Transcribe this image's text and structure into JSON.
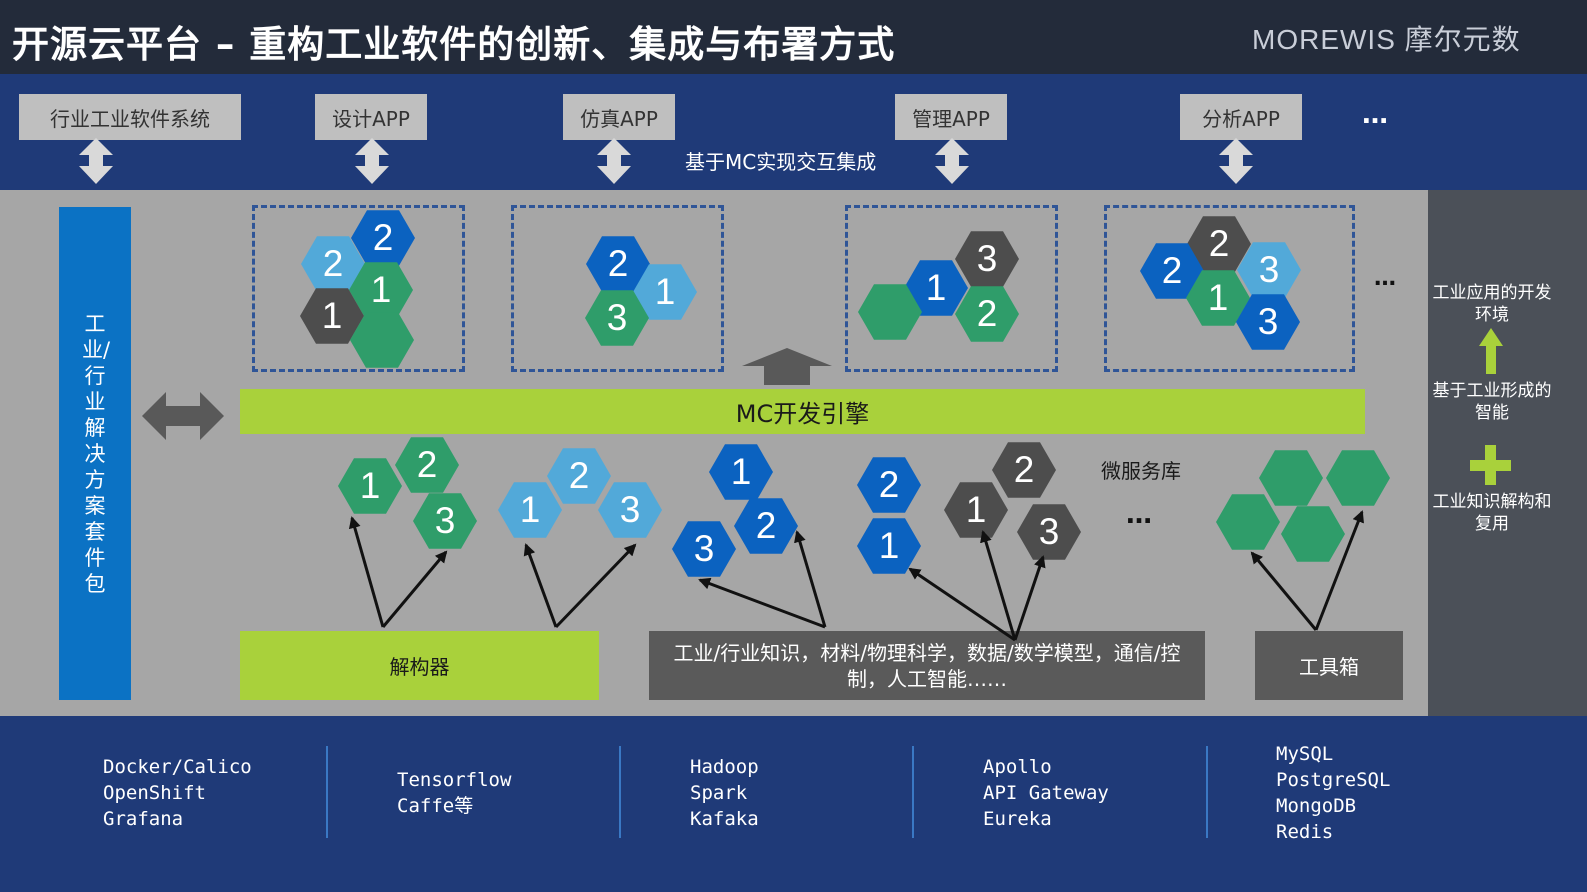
{
  "header": {
    "title": "开源云平台 – 重构工业软件的创新、集成与布署方式",
    "logo_text": "MOREWIS 摩尔元数"
  },
  "apps": {
    "boxes": [
      "行业工业软件系统",
      "设计APP",
      "仿真APP",
      "管理APP",
      "分析APP"
    ],
    "more": "…",
    "integration_label": "基于MC实现交互集成"
  },
  "suite_label": "工业/行业解决方案套件包",
  "mc_engine_label": "MC开发引擎",
  "microservice_label": "微服务库",
  "more_dots": "…",
  "deconstructor_label": "解构器",
  "knowledge_label": "工业/行业知识，材料/物理科学，数据/数学模型，通信/控制，人工智能……",
  "toolbox_label": "工具箱",
  "side": {
    "top_label": "工业应用的开发环境",
    "middle_label": "基于工业形成的智能",
    "bottom_label": "工业知识解构和复用"
  },
  "colors": {
    "blue_dark": "#0b62c0",
    "blue_light": "#52a9d9",
    "green": "#2f9d6a",
    "gray_dark": "#4d4d4d",
    "lime": "#a9d13b"
  },
  "tech_stacks": [
    [
      "Docker/Calico",
      "OpenShift",
      "Grafana"
    ],
    [
      "Tensorflow",
      "Caffe等"
    ],
    [
      "Hadoop",
      "Spark",
      "Kafaka"
    ],
    [
      "Apollo",
      "API Gateway",
      "Eureka"
    ],
    [
      "MySQL",
      "PostgreSQL",
      "MongoDB",
      "Redis"
    ]
  ]
}
